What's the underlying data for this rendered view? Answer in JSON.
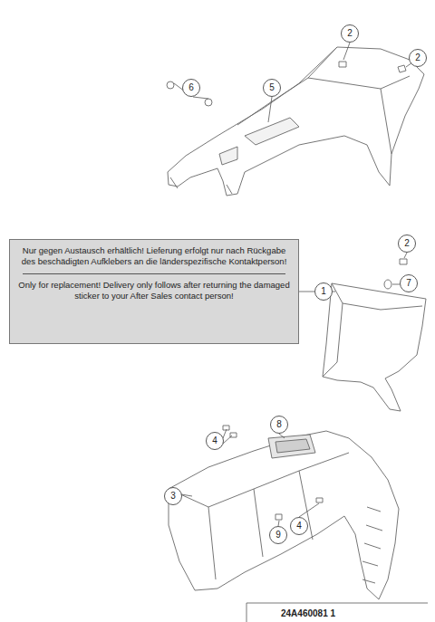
{
  "diagram": {
    "nodes": [
      {
        "text": [
          "2"
        ]
      },
      {
        "text": [
          "2"
        ]
      },
      {
        "text": [
          "6"
        ]
      },
      {
        "text": [
          "5"
        ]
      },
      {
        "text": [
          "Nur gegen Austausch erhältlich! Lieferung erfolgt nur nach Rückgabe des beschädigten Aufklebers an die länderspezifische Kontaktperson!",
          "Only for replacement! Delivery only follows after returning the damaged sticker to your After Sales contact person!"
        ]
      },
      {
        "text": [
          "2"
        ]
      },
      {
        "text": [
          "7"
        ]
      },
      {
        "text": [
          "1"
        ]
      },
      {
        "text": [
          "8"
        ]
      },
      {
        "text": [
          "4"
        ]
      },
      {
        "text": [
          "3"
        ]
      },
      {
        "text": [
          "4"
        ]
      },
      {
        "text": [
          "9"
        ]
      }
    ],
    "edges": [
      {
        "from": 7,
        "to": 4,
        "arrow": "none"
      }
    ],
    "labels": [
      "24A460081 1"
    ]
  }
}
